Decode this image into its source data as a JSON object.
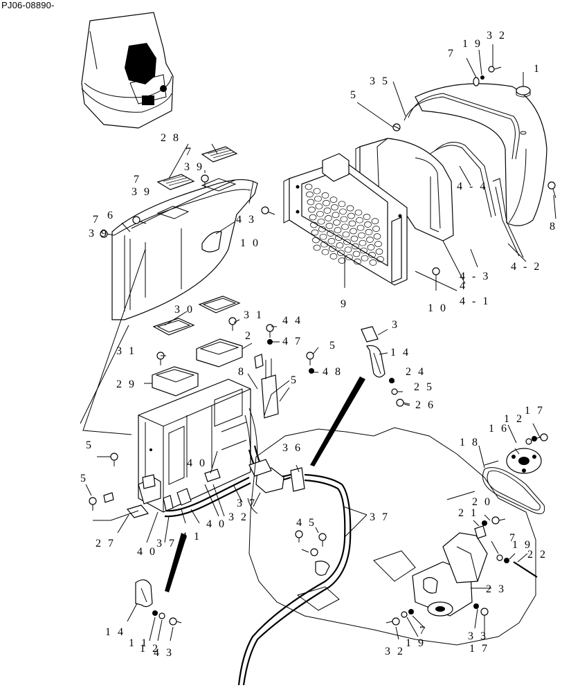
{
  "figure_code": "PJ06-08890-",
  "callouts": [
    {
      "id": "c1",
      "text": "1"
    },
    {
      "id": "c2",
      "text": "3 5"
    },
    {
      "id": "c3",
      "text": "7"
    },
    {
      "id": "c4",
      "text": "1 9"
    },
    {
      "id": "c5",
      "text": "3 2"
    },
    {
      "id": "c6",
      "text": "5"
    },
    {
      "id": "c7",
      "text": "2 8"
    },
    {
      "id": "c8",
      "text": "7"
    },
    {
      "id": "c9",
      "text": "3 9"
    },
    {
      "id": "c10",
      "text": "7"
    },
    {
      "id": "c11",
      "text": "3 9"
    },
    {
      "id": "c12",
      "text": "7"
    },
    {
      "id": "c13",
      "text": "6"
    },
    {
      "id": "c14",
      "text": "3 9"
    },
    {
      "id": "c15",
      "text": "4 3"
    },
    {
      "id": "c16",
      "text": "1 0"
    },
    {
      "id": "c17",
      "text": "8"
    },
    {
      "id": "c18",
      "text": "4 - 4"
    },
    {
      "id": "c19",
      "text": "4 - 2"
    },
    {
      "id": "c20",
      "text": "4 - 3"
    },
    {
      "id": "c21",
      "text": "4"
    },
    {
      "id": "c22",
      "text": "4 - 1"
    },
    {
      "id": "c23",
      "text": "1 0"
    },
    {
      "id": "c24",
      "text": "9"
    },
    {
      "id": "c25",
      "text": "3 0"
    },
    {
      "id": "c26",
      "text": "3 1"
    },
    {
      "id": "c27",
      "text": "4 4"
    },
    {
      "id": "c28",
      "text": "2"
    },
    {
      "id": "c29",
      "text": "4 7"
    },
    {
      "id": "c30",
      "text": "5"
    },
    {
      "id": "c31",
      "text": "3"
    },
    {
      "id": "c32",
      "text": "3 1"
    },
    {
      "id": "c33",
      "text": "1 4"
    },
    {
      "id": "c34",
      "text": "2 9"
    },
    {
      "id": "c35",
      "text": "4 8"
    },
    {
      "id": "c36",
      "text": "2 4"
    },
    {
      "id": "c37",
      "text": "2 5"
    },
    {
      "id": "c38",
      "text": "2 6"
    },
    {
      "id": "c39",
      "text": "8"
    },
    {
      "id": "c40",
      "text": "5"
    },
    {
      "id": "c41",
      "text": "1 7"
    },
    {
      "id": "c42",
      "text": "1 2"
    },
    {
      "id": "c43",
      "text": "1 6"
    },
    {
      "id": "c44",
      "text": "1 8"
    },
    {
      "id": "c45",
      "text": "5"
    },
    {
      "id": "c46",
      "text": "3 6"
    },
    {
      "id": "c47",
      "text": "5"
    },
    {
      "id": "c48",
      "text": "4 0"
    },
    {
      "id": "c49",
      "text": "2 0"
    },
    {
      "id": "c50",
      "text": "3 7"
    },
    {
      "id": "c51",
      "text": "2 1"
    },
    {
      "id": "c52",
      "text": "3 2"
    },
    {
      "id": "c53",
      "text": "4 0"
    },
    {
      "id": "c54",
      "text": "4 5"
    },
    {
      "id": "c55",
      "text": "3 7"
    },
    {
      "id": "c56",
      "text": "2 7"
    },
    {
      "id": "c57",
      "text": "4 0"
    },
    {
      "id": "c58",
      "text": "3 7"
    },
    {
      "id": "c59",
      "text": "4 1"
    },
    {
      "id": "c60",
      "text": "7"
    },
    {
      "id": "c61",
      "text": "1 9"
    },
    {
      "id": "c62",
      "text": "2 2"
    },
    {
      "id": "c63",
      "text": "2 3"
    },
    {
      "id": "c64",
      "text": "1 4"
    },
    {
      "id": "c65",
      "text": "1 1"
    },
    {
      "id": "c66",
      "text": "1 2"
    },
    {
      "id": "c67",
      "text": "4 3"
    },
    {
      "id": "c68",
      "text": "3 3"
    },
    {
      "id": "c69",
      "text": "7"
    },
    {
      "id": "c70",
      "text": "3 2"
    },
    {
      "id": "c71",
      "text": "1 9"
    },
    {
      "id": "c72",
      "text": "1 7"
    }
  ]
}
